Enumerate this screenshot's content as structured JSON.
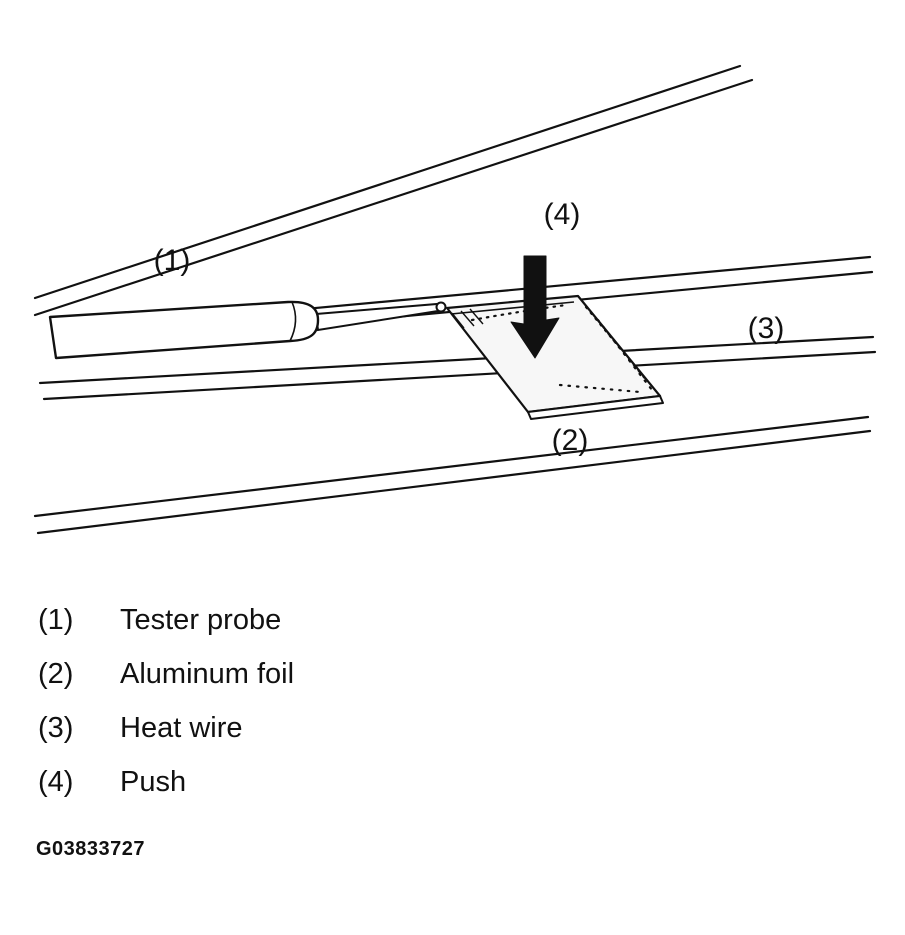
{
  "diagram": {
    "callouts": {
      "probe": "(1)",
      "foil": "(2)",
      "wire": "(3)",
      "push": "(4)"
    }
  },
  "legend": {
    "items": [
      {
        "num": "(1)",
        "label": "Tester probe"
      },
      {
        "num": "(2)",
        "label": "Aluminum foil"
      },
      {
        "num": "(3)",
        "label": "Heat wire"
      },
      {
        "num": "(4)",
        "label": "Push"
      }
    ]
  },
  "figure_code": "G03833727",
  "colors": {
    "ink": "#111111",
    "background": "#ffffff",
    "foil_fill": "#f7f7f7"
  }
}
